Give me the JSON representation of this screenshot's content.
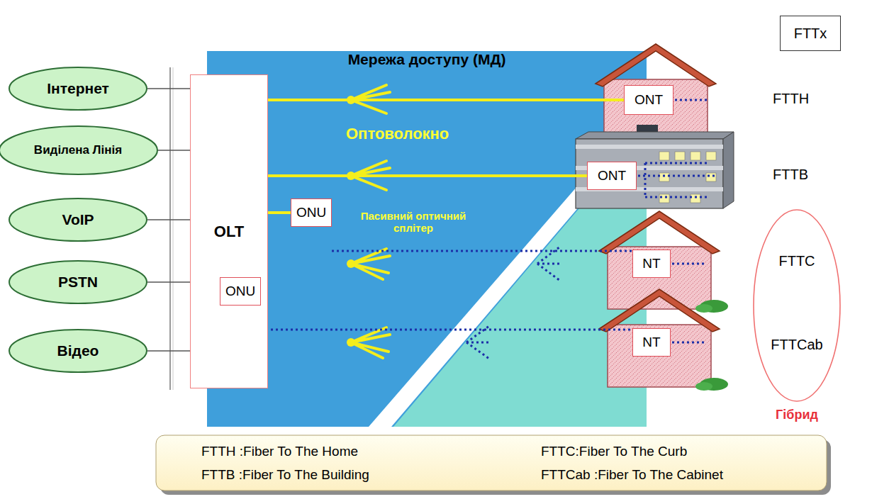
{
  "diagram": {
    "nodes": [
      {
        "text": [
          "Інтернет"
        ]
      },
      {
        "text": [
          "Виділена Лінія"
        ]
      },
      {
        "text": [
          "VoIP"
        ]
      },
      {
        "text": [
          "PSTN"
        ]
      },
      {
        "text": [
          "Відео"
        ]
      },
      {
        "text": [
          "OLT"
        ]
      },
      {
        "text": [
          "Мережа доступу (МД)"
        ]
      },
      {
        "text": [
          "ONT"
        ]
      },
      {
        "text": [
          "ONT"
        ]
      },
      {
        "text": [
          "ONU"
        ],
        "in": 6
      },
      {
        "text": [
          "NT"
        ]
      },
      {
        "text": [
          "ONU"
        ],
        "in": 6
      },
      {
        "text": [
          "NT"
        ]
      },
      {
        "text": [
          "FTTx"
        ]
      },
      {
        "text": [
          "FTTC",
          "FTTCab",
          "Гібрид"
        ]
      },
      {
        "text": [
          "FTTH :Fiber To The Home",
          "FTTC:Fiber To The Curb",
          "FTTB :Fiber To The Building",
          "FTTCab :Fiber To The Cabinet"
        ]
      }
    ],
    "edges": [
      {
        "from": 0,
        "to": 5,
        "arrow": "none"
      },
      {
        "from": 1,
        "to": 5,
        "arrow": "none"
      },
      {
        "from": 2,
        "to": 5,
        "arrow": "none"
      },
      {
        "from": 3,
        "to": 5,
        "arrow": "none"
      },
      {
        "from": 4,
        "to": 5,
        "arrow": "none"
      },
      {
        "from": 5,
        "to": 7,
        "arrow": "none"
      },
      {
        "from": 5,
        "to": 8,
        "arrow": "none"
      },
      {
        "from": 5,
        "to": 9,
        "arrow": "none"
      },
      {
        "from": 5,
        "to": 11,
        "arrow": "none"
      },
      {
        "from": 9,
        "to": 10,
        "arrow": "none"
      },
      {
        "from": 11,
        "to": 12,
        "arrow": "none"
      }
    ],
    "labels": [
      "Оптоволокно",
      "Пасивний оптичний сплітер",
      "FTTH",
      "FTTB"
    ]
  }
}
